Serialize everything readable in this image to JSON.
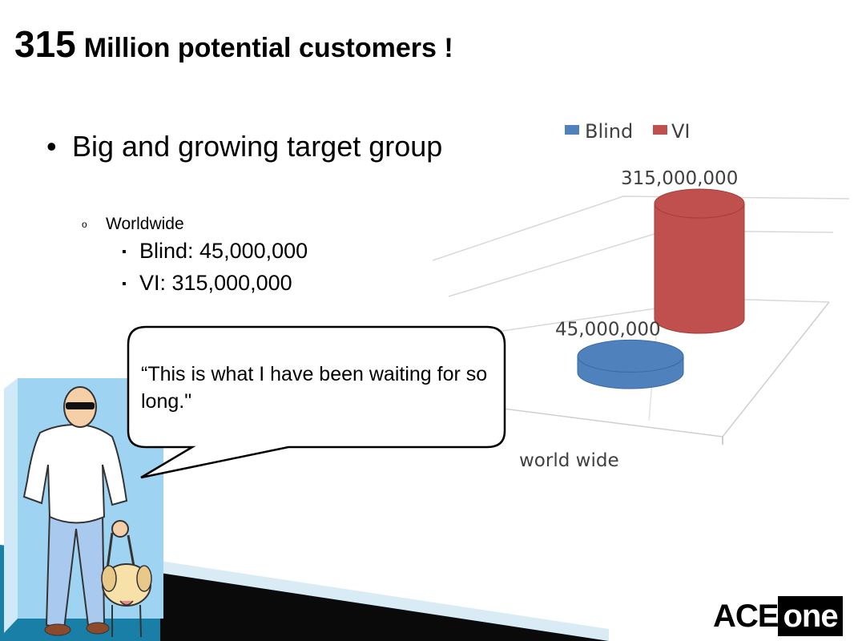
{
  "slide": {
    "title_number": "315",
    "title_rest": "Million potential customers !",
    "bullet": "Big and growing target group",
    "sub_bullet": "Worldwide",
    "items": [
      "Blind: 45,000,000",
      "VI: 315,000,000"
    ],
    "quote": "“This is what I have been waiting for so long.\"",
    "logo_ace": "ACE",
    "logo_one": "one"
  },
  "icons": {
    "bullet": "•",
    "sub_bullet": "o",
    "item_bullet": "▪"
  },
  "colors": {
    "blind": "#4f81bd",
    "vi": "#c0504d",
    "title": "#000000",
    "scene_blue": "#9fd3f2",
    "bar_teal": "#1a7fa6"
  },
  "chart_data": {
    "type": "bar",
    "categories": [
      "world wide"
    ],
    "series": [
      {
        "name": "Blind",
        "values": [
          45000000
        ]
      },
      {
        "name": "VI",
        "values": [
          315000000
        ]
      }
    ],
    "data_labels": [
      "45,000,000",
      "315,000,000"
    ],
    "legend": "top",
    "ylim": [
      0,
      350000000
    ],
    "title": "",
    "xlabel": "",
    "ylabel": ""
  }
}
